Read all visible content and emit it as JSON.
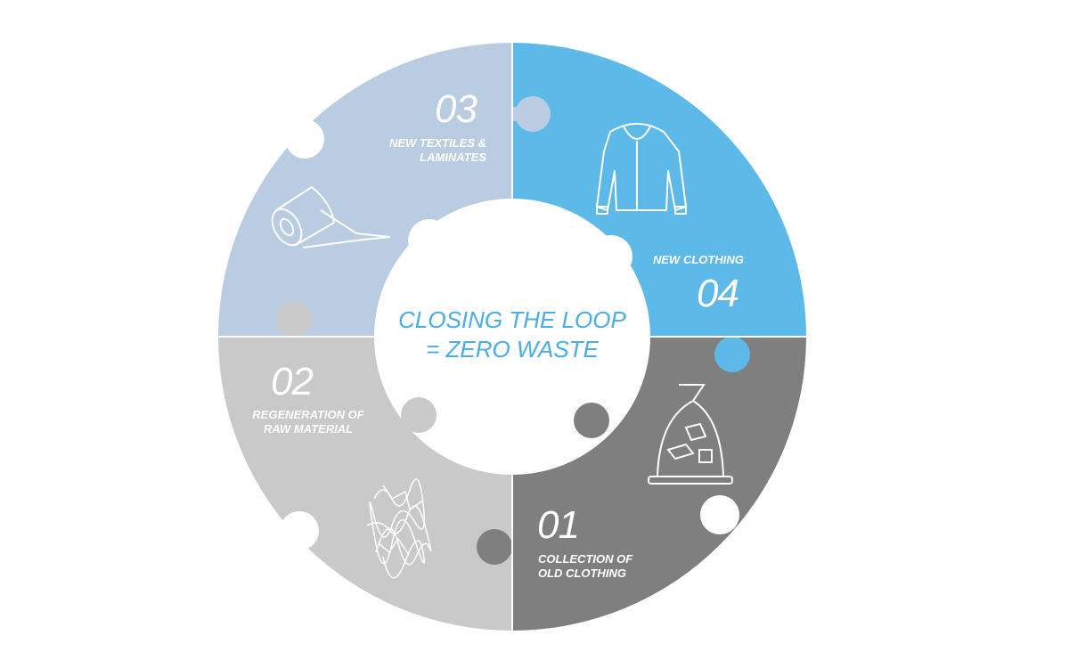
{
  "center": {
    "line1": "CLOSING THE LOOP",
    "line2": "= ZERO WASTE"
  },
  "steps": [
    {
      "number": "01",
      "line1": "COLLECTION OF",
      "line2": "OLD CLOTHING",
      "icon": "clothing-bag-icon",
      "color": "#7f7f7f"
    },
    {
      "number": "02",
      "line1": "REGENERATION OF",
      "line2": "RAW MATERIAL",
      "icon": "fiber-icon",
      "color": "#c9c9c9"
    },
    {
      "number": "03",
      "line1": "NEW TEXTILES &",
      "line2": "LAMINATES",
      "icon": "fabric-roll-icon",
      "color": "#b9cce2"
    },
    {
      "number": "04",
      "line1": "NEW CLOTHING",
      "icon": "jacket-icon",
      "color": "#5cb9e8"
    }
  ],
  "colors": {
    "accent": "#4aaee3",
    "background": "#ffffff"
  }
}
